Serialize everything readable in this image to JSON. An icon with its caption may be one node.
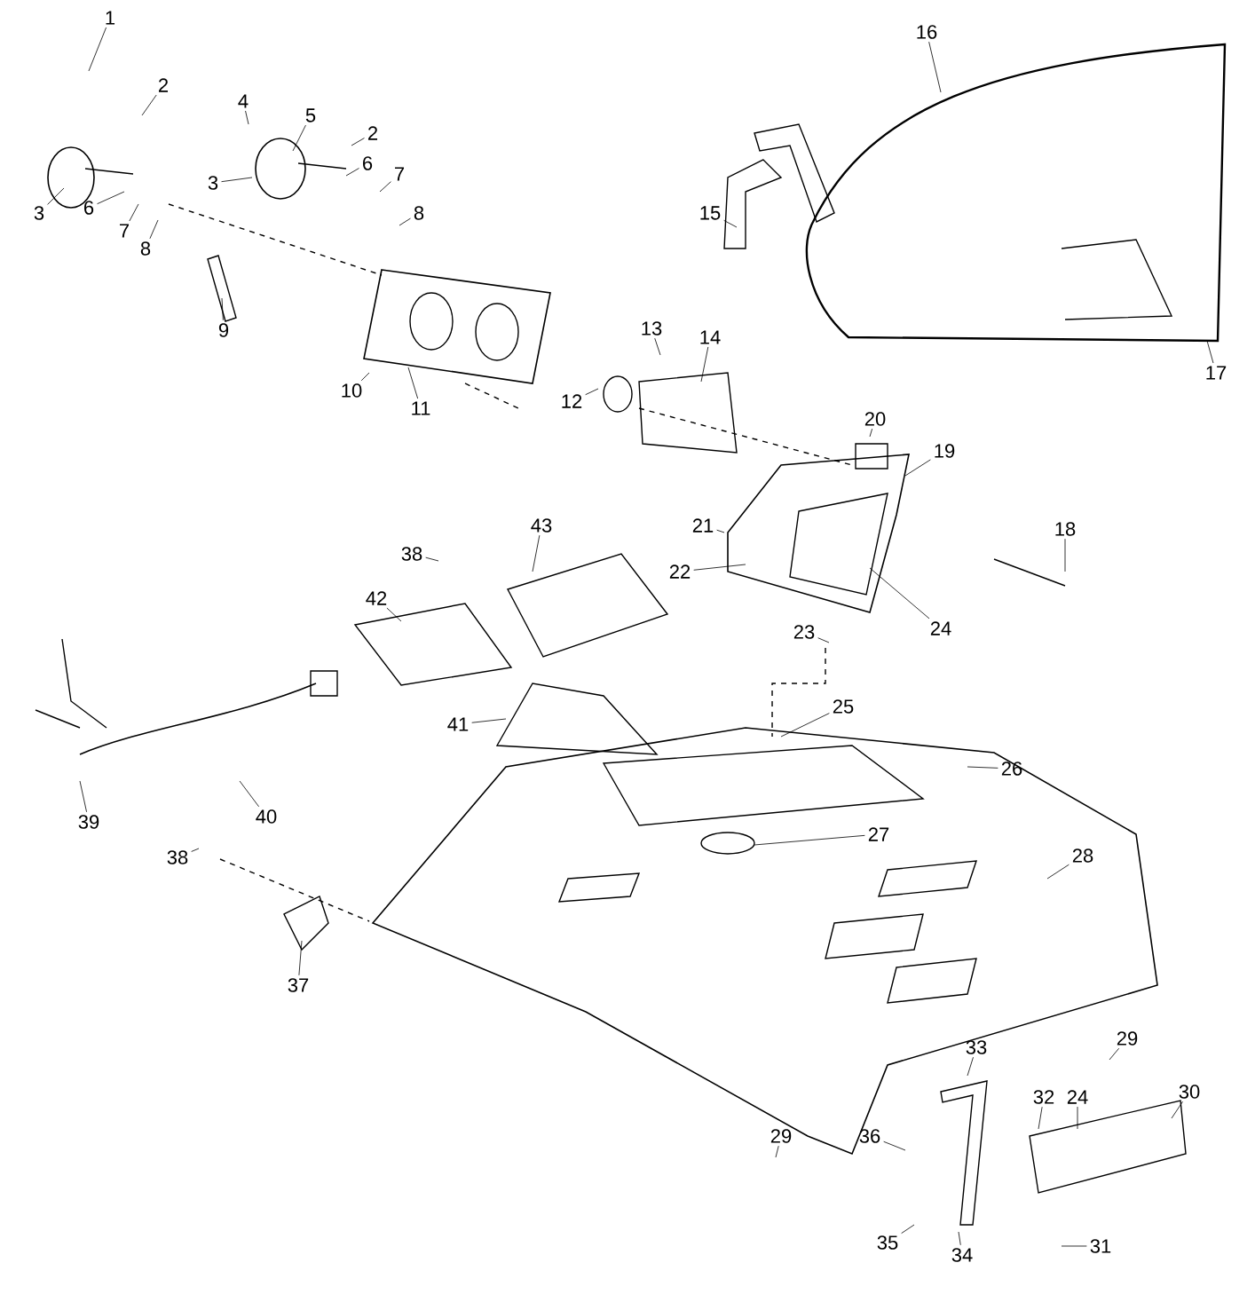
{
  "diagram": {
    "nodes": [
      {
        "text": [
          "1"
        ]
      },
      {
        "text": [
          "2"
        ]
      },
      {
        "text": [
          "3"
        ]
      },
      {
        "text": [
          "4"
        ]
      },
      {
        "text": [
          "5"
        ]
      },
      {
        "text": [
          "2"
        ]
      },
      {
        "text": [
          "3"
        ]
      },
      {
        "text": [
          "6"
        ]
      },
      {
        "text": [
          "7"
        ]
      },
      {
        "text": [
          "8"
        ]
      },
      {
        "text": [
          "6"
        ]
      },
      {
        "text": [
          "7"
        ]
      },
      {
        "text": [
          "8"
        ]
      },
      {
        "text": [
          "9"
        ]
      },
      {
        "text": [
          "10"
        ]
      },
      {
        "text": [
          "11"
        ]
      },
      {
        "text": [
          "16"
        ]
      },
      {
        "text": [
          "15"
        ]
      },
      {
        "text": [
          "17"
        ]
      },
      {
        "text": [
          "13"
        ]
      },
      {
        "text": [
          "14"
        ]
      },
      {
        "text": [
          "12"
        ]
      },
      {
        "text": [
          "20"
        ]
      },
      {
        "text": [
          "19"
        ]
      },
      {
        "text": [
          "21"
        ]
      },
      {
        "text": [
          "22"
        ]
      },
      {
        "text": [
          "18"
        ]
      },
      {
        "text": [
          "38"
        ]
      },
      {
        "text": [
          "43"
        ]
      },
      {
        "text": [
          "42"
        ]
      },
      {
        "text": [
          "24"
        ]
      },
      {
        "text": [
          "23"
        ]
      },
      {
        "text": [
          "41"
        ]
      },
      {
        "text": [
          "40"
        ]
      },
      {
        "text": [
          "39"
        ]
      },
      {
        "text": [
          "25"
        ]
      },
      {
        "text": [
          "26"
        ]
      },
      {
        "text": [
          "27"
        ]
      },
      {
        "text": [
          "28"
        ]
      },
      {
        "text": [
          "38"
        ]
      },
      {
        "text": [
          "37"
        ]
      },
      {
        "text": [
          "29"
        ]
      },
      {
        "text": [
          "33"
        ]
      },
      {
        "text": [
          "30"
        ]
      },
      {
        "text": [
          "32"
        ]
      },
      {
        "text": [
          "24"
        ]
      },
      {
        "text": [
          "36"
        ]
      },
      {
        "text": [
          "29"
        ]
      },
      {
        "text": [
          "35"
        ]
      },
      {
        "text": [
          "34"
        ]
      },
      {
        "text": [
          "31"
        ]
      }
    ],
    "edges": [
      {
        "from": 0,
        "to": null,
        "arrow": "none"
      },
      {
        "from": 1,
        "to": null,
        "arrow": "none"
      },
      {
        "from": 2,
        "to": null,
        "arrow": "none"
      },
      {
        "from": 3,
        "to": null,
        "arrow": "none"
      },
      {
        "from": 4,
        "to": null,
        "arrow": "none"
      },
      {
        "from": 5,
        "to": null,
        "arrow": "none"
      },
      {
        "from": 6,
        "to": null,
        "arrow": "none"
      },
      {
        "from": 7,
        "to": null,
        "arrow": "none"
      },
      {
        "from": 8,
        "to": null,
        "arrow": "none"
      },
      {
        "from": 9,
        "to": null,
        "arrow": "none"
      },
      {
        "from": 10,
        "to": null,
        "arrow": "none"
      },
      {
        "from": 11,
        "to": null,
        "arrow": "none"
      },
      {
        "from": 12,
        "to": null,
        "arrow": "none"
      },
      {
        "from": 13,
        "to": null,
        "arrow": "none"
      },
      {
        "from": 14,
        "to": null,
        "arrow": "none"
      },
      {
        "from": 15,
        "to": null,
        "arrow": "none"
      },
      {
        "from": 16,
        "to": null,
        "arrow": "none"
      },
      {
        "from": 17,
        "to": null,
        "arrow": "none"
      },
      {
        "from": 18,
        "to": null,
        "arrow": "none"
      },
      {
        "from": 19,
        "to": null,
        "arrow": "none"
      },
      {
        "from": 20,
        "to": null,
        "arrow": "none"
      },
      {
        "from": 21,
        "to": null,
        "arrow": "none"
      },
      {
        "from": 22,
        "to": null,
        "arrow": "none"
      },
      {
        "from": 23,
        "to": null,
        "arrow": "none"
      },
      {
        "from": 24,
        "to": null,
        "arrow": "none"
      },
      {
        "from": 25,
        "to": null,
        "arrow": "none"
      },
      {
        "from": 26,
        "to": null,
        "arrow": "none"
      },
      {
        "from": 27,
        "to": null,
        "arrow": "none"
      },
      {
        "from": 28,
        "to": null,
        "arrow": "none"
      },
      {
        "from": 29,
        "to": null,
        "arrow": "none"
      },
      {
        "from": 30,
        "to": null,
        "arrow": "none"
      },
      {
        "from": 31,
        "to": null,
        "arrow": "none"
      },
      {
        "from": 32,
        "to": null,
        "arrow": "none"
      },
      {
        "from": 33,
        "to": null,
        "arrow": "none"
      },
      {
        "from": 34,
        "to": null,
        "arrow": "none"
      },
      {
        "from": 35,
        "to": null,
        "arrow": "none"
      },
      {
        "from": 36,
        "to": null,
        "arrow": "none"
      },
      {
        "from": 37,
        "to": null,
        "arrow": "none"
      },
      {
        "from": 38,
        "to": null,
        "arrow": "none"
      },
      {
        "from": 39,
        "to": null,
        "arrow": "none"
      },
      {
        "from": 40,
        "to": null,
        "arrow": "none"
      },
      {
        "from": 41,
        "to": null,
        "arrow": "none"
      },
      {
        "from": 42,
        "to": null,
        "arrow": "none"
      },
      {
        "from": 43,
        "to": null,
        "arrow": "none"
      },
      {
        "from": 44,
        "to": null,
        "arrow": "none"
      },
      {
        "from": 45,
        "to": null,
        "arrow": "none"
      },
      {
        "from": 46,
        "to": null,
        "arrow": "none"
      },
      {
        "from": 47,
        "to": null,
        "arrow": "none"
      },
      {
        "from": 48,
        "to": null,
        "arrow": "none"
      },
      {
        "from": 49,
        "to": null,
        "arrow": "none"
      },
      {
        "from": 50,
        "to": null,
        "arrow": "none"
      }
    ]
  }
}
